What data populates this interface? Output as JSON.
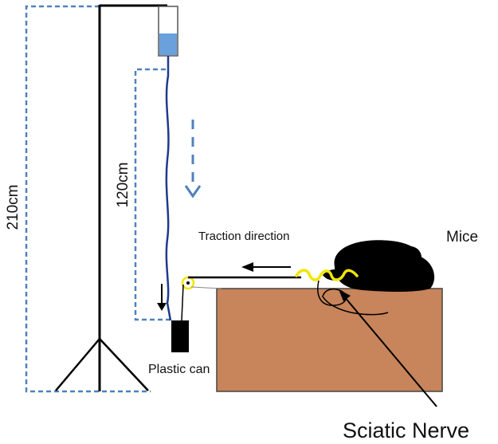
{
  "labels": {
    "total_height": "210cm",
    "drop_height": "120cm",
    "traction_direction": "Traction direction",
    "mice": "Mice",
    "plastic_can": "Plastic can",
    "sciatic_nerve": "Sciatic Nerve"
  },
  "colors": {
    "dashed_guide": "#4f81bd",
    "infusion_tube": "#1f3a8a",
    "table_fill": "#c8845a",
    "table_stroke": "#444444",
    "nerve": "#f2e600",
    "mouse": "#000000",
    "fluid": "#6aa0dc"
  }
}
